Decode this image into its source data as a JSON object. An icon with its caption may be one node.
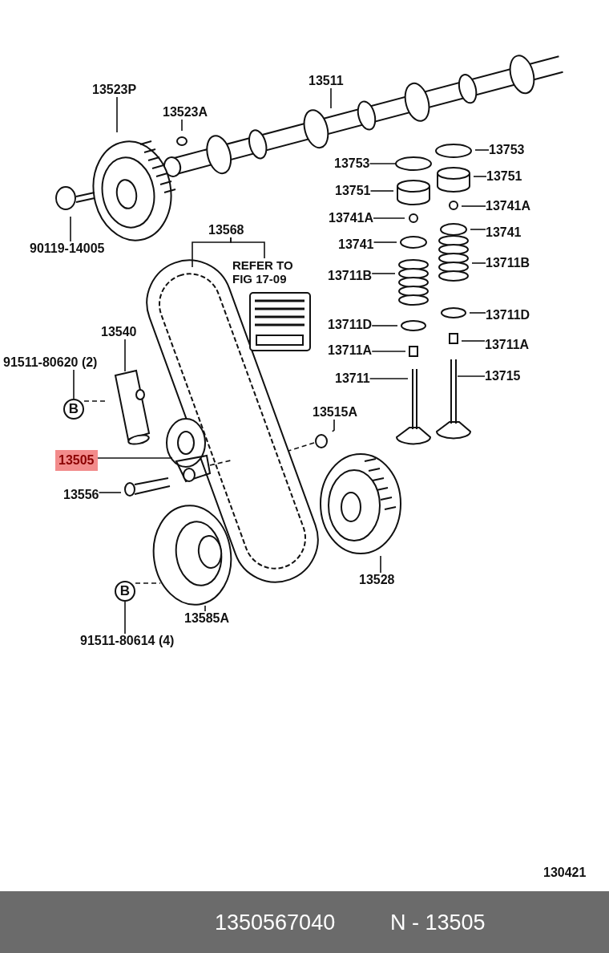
{
  "diagram": {
    "nodes": [
      {
        "text": [
          "13523P"
        ]
      },
      {
        "text": [
          "13523A"
        ]
      },
      {
        "text": [
          "13511"
        ]
      },
      {
        "text": [
          "90119-14005"
        ]
      },
      {
        "text": [
          "13753"
        ]
      },
      {
        "text": [
          "13753"
        ]
      },
      {
        "text": [
          "13751"
        ]
      },
      {
        "text": [
          "13751"
        ]
      },
      {
        "text": [
          "13741A"
        ]
      },
      {
        "text": [
          "13741A"
        ]
      },
      {
        "text": [
          "13741"
        ]
      },
      {
        "text": [
          "13741"
        ]
      },
      {
        "text": [
          "13711B"
        ]
      },
      {
        "text": [
          "13711B"
        ]
      },
      {
        "text": [
          "13711D"
        ]
      },
      {
        "text": [
          "13711D"
        ]
      },
      {
        "text": [
          "13711A"
        ]
      },
      {
        "text": [
          "13711A"
        ]
      },
      {
        "text": [
          "13711"
        ]
      },
      {
        "text": [
          "13715"
        ]
      },
      {
        "text": [
          "13568"
        ]
      },
      {
        "text": [
          "REFER TO FIG 17-09"
        ]
      },
      {
        "text": [
          "13540"
        ]
      },
      {
        "text": [
          "91511-80620 (2)"
        ]
      },
      {
        "text": [
          "B"
        ]
      },
      {
        "text": [
          "13515A"
        ]
      },
      {
        "text": [
          "13505"
        ]
      },
      {
        "text": [
          "13556"
        ]
      },
      {
        "text": [
          "13528"
        ]
      },
      {
        "text": [
          "B"
        ]
      },
      {
        "text": [
          "13585A"
        ]
      },
      {
        "text": [
          "91511-80614 (4)"
        ]
      }
    ],
    "edges": [
      {
        "from": 0,
        "to": null,
        "arrow": "none"
      },
      {
        "from": 1,
        "to": null,
        "arrow": "none"
      },
      {
        "from": 2,
        "to": null,
        "arrow": "none"
      },
      {
        "from": 3,
        "to": null,
        "arrow": "none"
      },
      {
        "from": 4,
        "to": null,
        "arrow": "none"
      },
      {
        "from": 5,
        "to": null,
        "arrow": "none"
      },
      {
        "from": 6,
        "to": null,
        "arrow": "none"
      },
      {
        "from": 7,
        "to": null,
        "arrow": "none"
      },
      {
        "from": 8,
        "to": null,
        "arrow": "none"
      },
      {
        "from": 9,
        "to": null,
        "arrow": "none"
      },
      {
        "from": 10,
        "to": null,
        "arrow": "none"
      },
      {
        "from": 11,
        "to": null,
        "arrow": "none"
      },
      {
        "from": 12,
        "to": null,
        "arrow": "none"
      },
      {
        "from": 13,
        "to": null,
        "arrow": "none"
      },
      {
        "from": 14,
        "to": null,
        "arrow": "none"
      },
      {
        "from": 15,
        "to": null,
        "arrow": "none"
      },
      {
        "from": 16,
        "to": null,
        "arrow": "none"
      },
      {
        "from": 17,
        "to": null,
        "arrow": "none"
      },
      {
        "from": 18,
        "to": null,
        "arrow": "none"
      },
      {
        "from": 19,
        "to": null,
        "arrow": "none"
      },
      {
        "from": 20,
        "to": null,
        "arrow": "none"
      },
      {
        "from": 20,
        "to": 21,
        "arrow": "none"
      },
      {
        "from": 22,
        "to": null,
        "arrow": "none"
      },
      {
        "from": 23,
        "to": 24,
        "arrow": "none"
      },
      {
        "from": 24,
        "to": null,
        "arrow": "none",
        "style": "dashed"
      },
      {
        "from": 25,
        "to": null,
        "arrow": "none"
      },
      {
        "from": 26,
        "to": null,
        "arrow": "none"
      },
      {
        "from": 27,
        "to": null,
        "arrow": "none"
      },
      {
        "from": 28,
        "to": null,
        "arrow": "none"
      },
      {
        "from": 29,
        "to": null,
        "arrow": "none",
        "style": "dashed"
      },
      {
        "from": 30,
        "to": null,
        "arrow": "none"
      },
      {
        "from": 31,
        "to": 29,
        "arrow": "none"
      }
    ],
    "labels": [
      "130421",
      "1350567040",
      "N - 13505"
    ]
  }
}
